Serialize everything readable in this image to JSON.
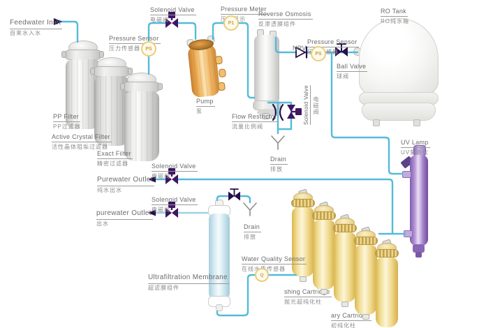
{
  "diagram": {
    "labels": {
      "feedwater": {
        "en": "Feedwater Inlet",
        "zh": "自来水入水"
      },
      "pressure_sensor_1": {
        "en": "Pressure Sensor",
        "zh": "压力传感器"
      },
      "solenoid_top": {
        "en": "Solenoid Valve",
        "zh": "电磁阀"
      },
      "pressure_meter": {
        "en": "Pressure Meter",
        "zh": "压力显示"
      },
      "reverse_osmosis": {
        "en": "Reverse Osmosis",
        "zh": "反渗透膜组件"
      },
      "ro_tank": {
        "en": "RO Tank",
        "zh": "RO纯水箱"
      },
      "nrv": {
        "en": "NRV"
      },
      "pressure_sensor_2": {
        "en": "Pressure Sensor",
        "zh": "压力传感器"
      },
      "ball_valve": {
        "en": "Ball Valve",
        "zh": "球阀"
      },
      "pp_filter": {
        "en": "PP Filter",
        "zh": "PP过滤器"
      },
      "active_crystal_filter": {
        "en": "Active Crystal Filter",
        "zh": "活性晶体阻垢过滤器"
      },
      "exact_filter": {
        "en": "Exact Filter",
        "zh": "精密过滤器"
      },
      "pump": {
        "en": "Pump",
        "zh": "泵"
      },
      "flow_restrictor": {
        "en": "Flow Restrictor",
        "zh": "流量比例阀"
      },
      "solenoid_reject": {
        "en": "Solenoid Valve",
        "zh": "电磁阀"
      },
      "drain_1": {
        "en": "Drain",
        "zh": "排放"
      },
      "uv_lamp": {
        "en": "UV Lamp",
        "zh": "UV紫外仪"
      },
      "solenoid_pure1": {
        "en": "Solenoid Valve",
        "zh": "电磁阀"
      },
      "purewater_outlet_1": {
        "en": "Purewater Outlet",
        "zh": "纯水出水"
      },
      "solenoid_pure2": {
        "en": "Solenoid Valve",
        "zh": "电磁阀"
      },
      "purewater_outlet_2": {
        "en": "purewater Outlet",
        "zh": "出水"
      },
      "drain_2": {
        "en": "Drain",
        "zh": "排放"
      },
      "ultrafiltration": {
        "en": "Ultrafiltration Membrane",
        "zh": "超滤膜组件"
      },
      "water_quality_sensor": {
        "en": "Water Quality Sensor",
        "zh": "在线水质传感器"
      },
      "polishing_cartridge": {
        "en": "shing Cartridge",
        "zh": "抛光超纯化柱"
      },
      "primary_cartridge": {
        "en": "ary Cartridge",
        "zh": "初纯化柱"
      }
    },
    "sensors": {
      "ps1": "PS",
      "p1": "P1",
      "ps2": "PS",
      "water_quality": "Q"
    },
    "colors": {
      "pipe": "#55bad9",
      "pipe_light": "#9bd2e6",
      "valve_purple": "#3f1663",
      "valve_dark": "#251049",
      "sensor_ring": "#e8cd7c",
      "sensor_text": "#c8a23e",
      "label_text": "#6b6b6b",
      "label_zh": "#8b8b8b"
    }
  }
}
